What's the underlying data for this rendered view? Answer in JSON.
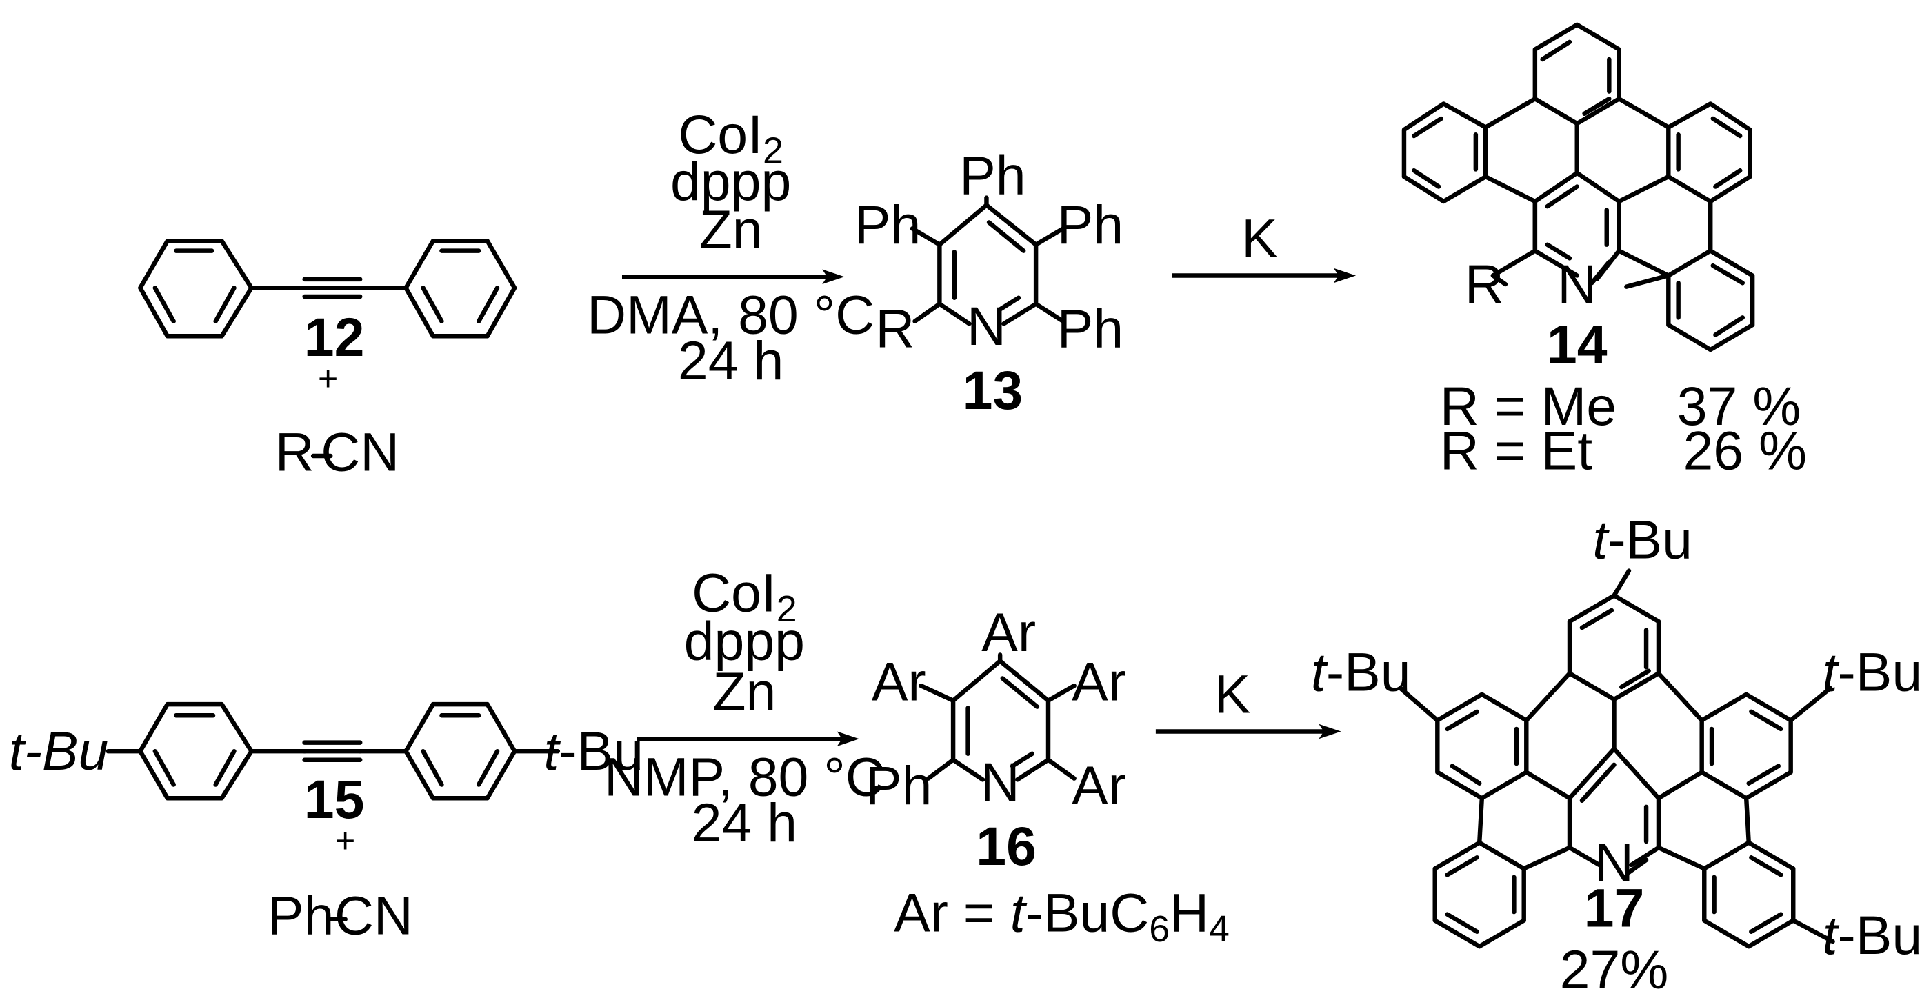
{
  "colors": {
    "ink": "#000000",
    "background": "#ffffff"
  },
  "top_row": {
    "reactant_alkyne_number": "12",
    "plus": "+",
    "nitrile_r": "R",
    "nitrile_cn": "CN",
    "conditions": {
      "catalyst_main": "CoI",
      "catalyst_sub": "2",
      "ligand": "dppp",
      "reductant": "Zn",
      "solvent_temp": "DMA, 80 °C",
      "time": "24 h"
    },
    "pyridine": {
      "number": "13",
      "substituent_top": "Ph",
      "substituent_upper_left": "Ph",
      "substituent_upper_right": "Ph",
      "substituent_lower_left": "R",
      "substituent_lower_right": "Ph",
      "ring_nitrogen": "N"
    },
    "reagent": "K",
    "product": {
      "number": "14",
      "substituent": "R",
      "ring_nitrogen": "N",
      "yield_lines": [
        "R = Me    37 %",
        "R = Et      26 %"
      ]
    }
  },
  "bottom_row": {
    "reactant_alkyne_number": "15",
    "reactant_left_tbu": "t-Bu",
    "reactant_right_tbu": "t-Bu",
    "plus": "+",
    "nitrile_ph": "Ph",
    "nitrile_cn": "CN",
    "conditions": {
      "catalyst_main": "CoI",
      "catalyst_sub": "2",
      "ligand": "dppp",
      "reductant": "Zn",
      "solvent_temp": "NMP, 80 °C",
      "time": "24 h"
    },
    "pyridine": {
      "number": "16",
      "substituent_top": "Ar",
      "substituent_upper_left": "Ar",
      "substituent_upper_right": "Ar",
      "substituent_lower_left": "Ph",
      "substituent_lower_right": "Ar",
      "ring_nitrogen": "N",
      "ar_definition_prefix": "Ar = ",
      "ar_definition_t": "t",
      "ar_definition_mid": "-BuC",
      "ar_sub_6": "6",
      "ar_definition_h": "H",
      "ar_sub_4": "4"
    },
    "reagent": "K",
    "product": {
      "number": "17",
      "tbu_top": "t-Bu",
      "tbu_left": "t-Bu",
      "tbu_right": "t-Bu",
      "tbu_bottom_right": "t-Bu",
      "ring_nitrogen": "N",
      "yield": "27%"
    }
  }
}
